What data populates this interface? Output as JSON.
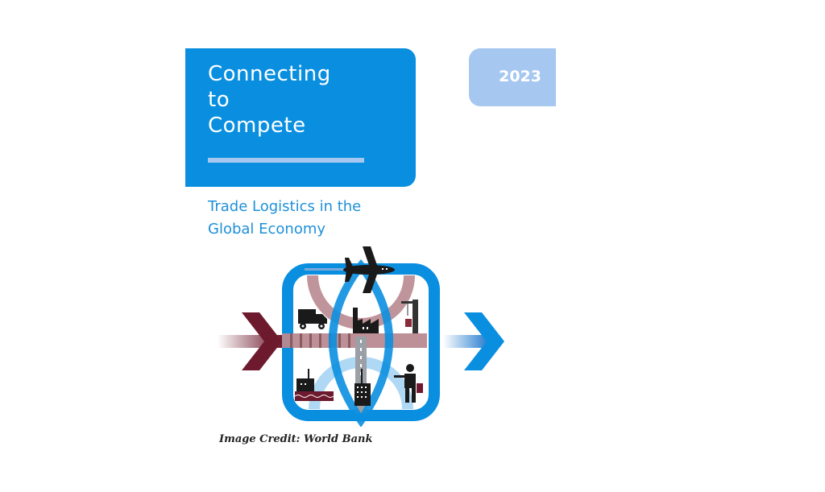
{
  "cover": {
    "title": "Connecting\nto\nCompete",
    "year": "2023",
    "subtitle": "Trade Logistics in the\nGlobal Economy"
  },
  "illustration": {
    "description": "Logistics network graphic with airplane, truck, factory, crane, ship, city building and person inside a blue rounded square, flanked by arrows",
    "icons": [
      "airplane-icon",
      "truck-icon",
      "factory-icon",
      "crane-icon",
      "ship-icon",
      "building-icon",
      "person-icon",
      "arrow-in-icon",
      "arrow-out-icon"
    ]
  },
  "credit": "Image Credit: World Bank",
  "colors": {
    "primary_blue": "#0a8fe0",
    "light_blue": "#a6c8f0",
    "subtitle_blue": "#1e90d8",
    "maroon": "#6e1a2e",
    "mauve": "#b88a90"
  }
}
